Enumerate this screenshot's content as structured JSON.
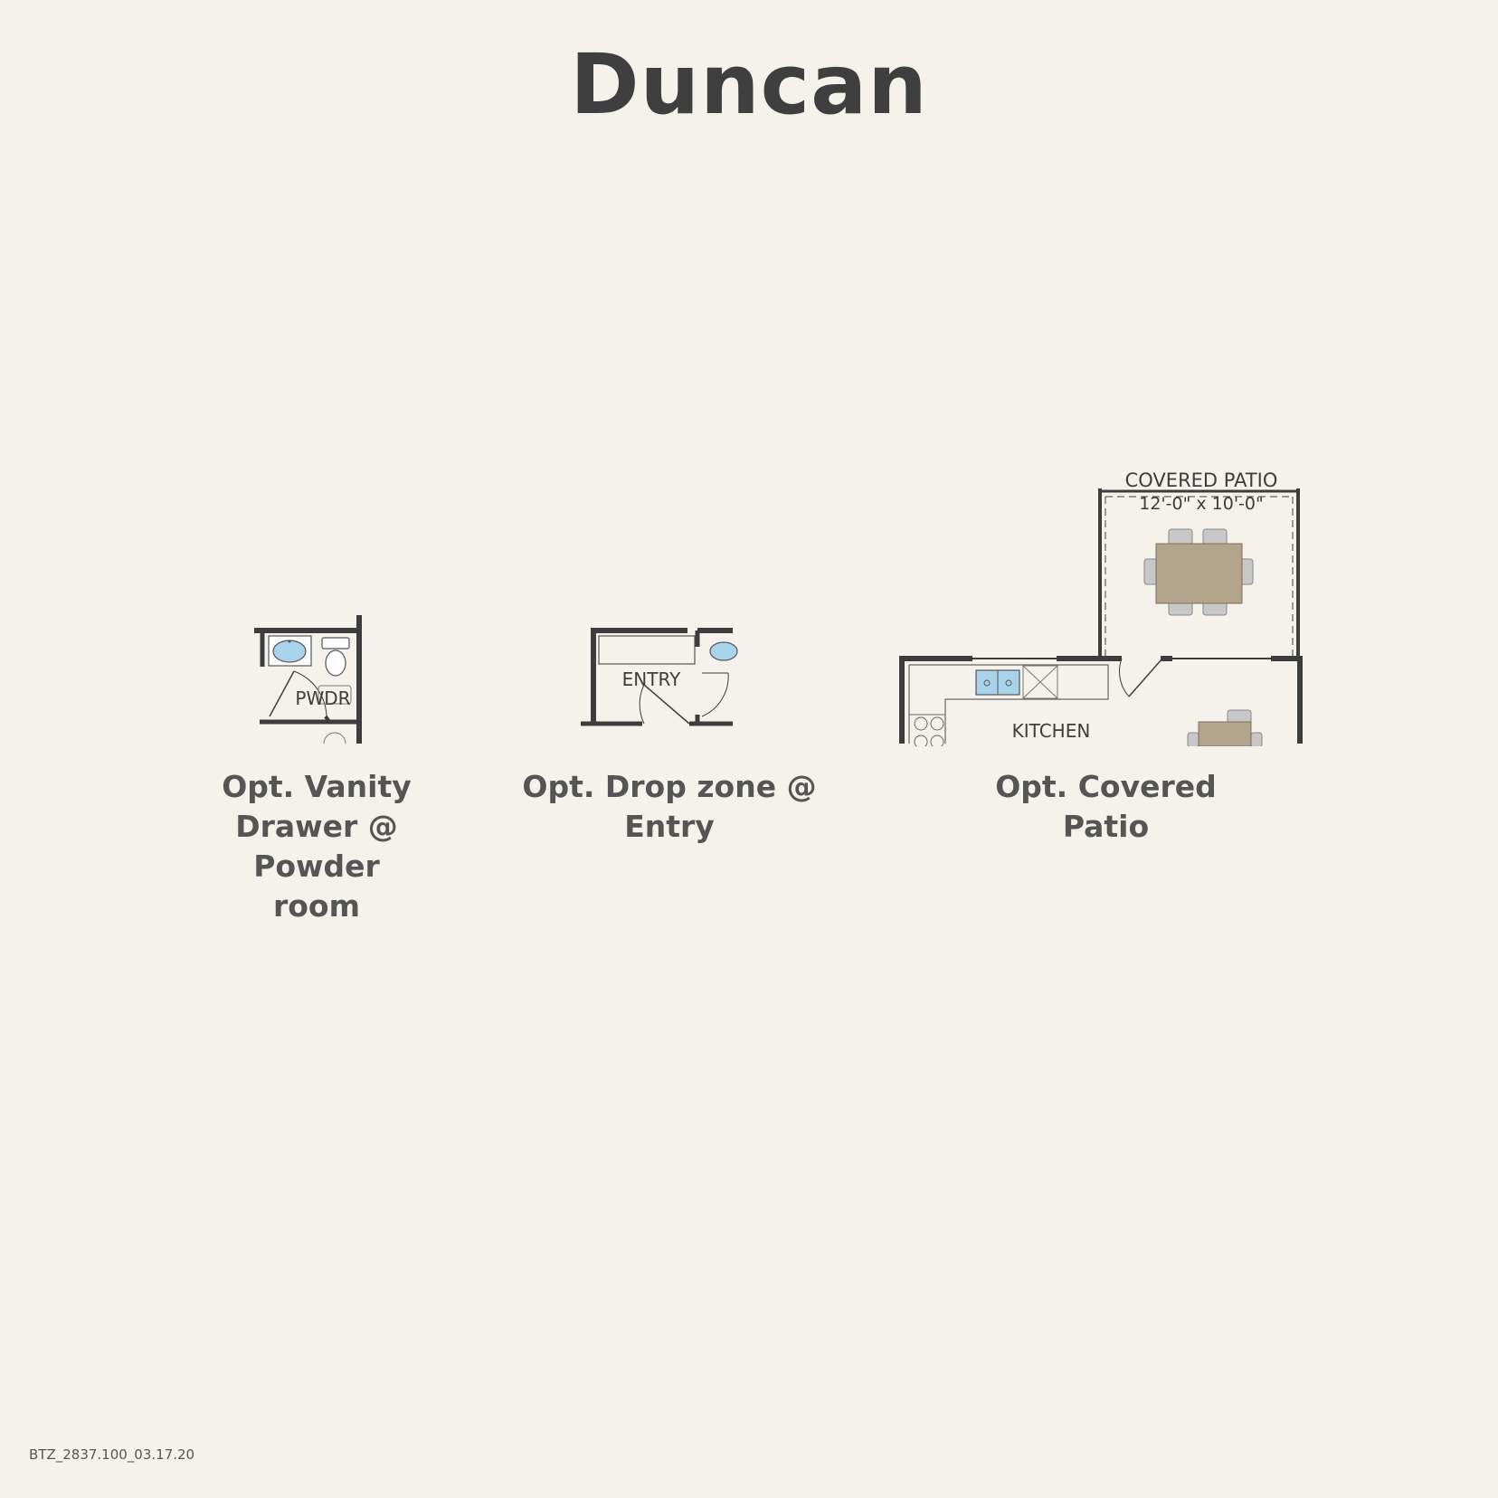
{
  "title": "Duncan",
  "colors": {
    "background": "#f4f2ea",
    "wall": "#3d3d3d",
    "fixture_blue": "#a9d3ea",
    "furniture_tan": "#b3a58b",
    "chair_gray": "#bdbdbd"
  },
  "options": [
    {
      "plan_label": "PWDR",
      "caption_lines": [
        "Opt. Vanity",
        "Drawer @ Powder",
        "room"
      ]
    },
    {
      "plan_label": "ENTRY",
      "caption_lines": [
        "Opt. Drop zone @",
        "Entry"
      ]
    },
    {
      "plan_labels": [
        "COVERED PATIO",
        "12'-0\" x 10'-0\"",
        "KITCHEN"
      ],
      "caption_lines": [
        "Opt. Covered",
        "Patio"
      ]
    }
  ],
  "footer_code": "BTZ_2837.100_03.17.20"
}
